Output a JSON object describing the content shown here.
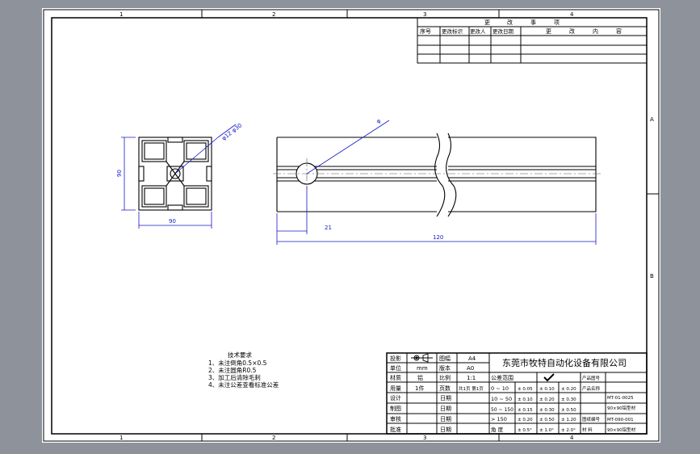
{
  "zones": {
    "top": [
      "1",
      "2",
      "3",
      "4"
    ],
    "bottom": [
      "1",
      "2",
      "3",
      "4"
    ],
    "right": [
      "A",
      "B"
    ]
  },
  "revision_table": {
    "title_chars": [
      "更",
      "改",
      "事",
      "项"
    ],
    "headers": [
      "序号",
      "更改标识",
      "更改人",
      "更改日期"
    ],
    "content_header_chars": [
      "更",
      "改",
      "内",
      "容"
    ]
  },
  "dimensions": {
    "profile_width": "90",
    "profile_height": "90",
    "diagonal": "φ12 φ30",
    "hole_dia": "φ",
    "hole_offset": "21",
    "length": "120"
  },
  "notes": {
    "title": "技术要求",
    "lines": [
      "1、未注倒角0.5×0.5",
      "2、未注圆角R0.5",
      "3、加工后清除毛刺",
      "4、未注公差查看标准公差"
    ]
  },
  "title_block": {
    "projection_label": "投影",
    "drawing_no_label": "图幅",
    "drawing_no_value": "A4",
    "unit_label": "单位",
    "unit_value": "mm",
    "version_label": "版本",
    "version_value": "A0",
    "material_label": "材质",
    "material_value": "铝",
    "scale_label": "比例",
    "scale_value": "1:1",
    "usage_label": "用量",
    "usage_value": "1件",
    "pages_label": "页数",
    "pages_value": "共1页 第1页",
    "company": "东莞市牧特自动化设备有限公司",
    "tolerance_label": "公差范围",
    "ranges": [
      "0 ~ 10",
      "10 ~ 50",
      "50 ~ 150",
      "> 150",
      "角 度"
    ],
    "tol_col1": [
      "± 0.05",
      "± 0.10",
      "± 0.15",
      "± 0.20",
      "± 0.5°"
    ],
    "tol_col2": [
      "± 0.10",
      "± 0.20",
      "± 0.30",
      "± 0.50",
      "± 1.0°"
    ],
    "tol_col3": [
      "± 0.20",
      "± 0.30",
      "± 0.50",
      "± 1.20",
      "± 2.0°"
    ],
    "sign_rows": [
      "设计",
      "制图",
      "审核",
      "批准"
    ],
    "date_label": "日期",
    "part_no_label": "产品图号",
    "part_no_value": "MT-01-0025",
    "part_name_label": "产品名称",
    "part_name_value": "90×90铝型材",
    "drawing_code_label": "图纸编号",
    "drawing_code_value": "MT-090-001",
    "material_spec_label": "材 料",
    "material_spec_value": "90×90铝型材"
  }
}
